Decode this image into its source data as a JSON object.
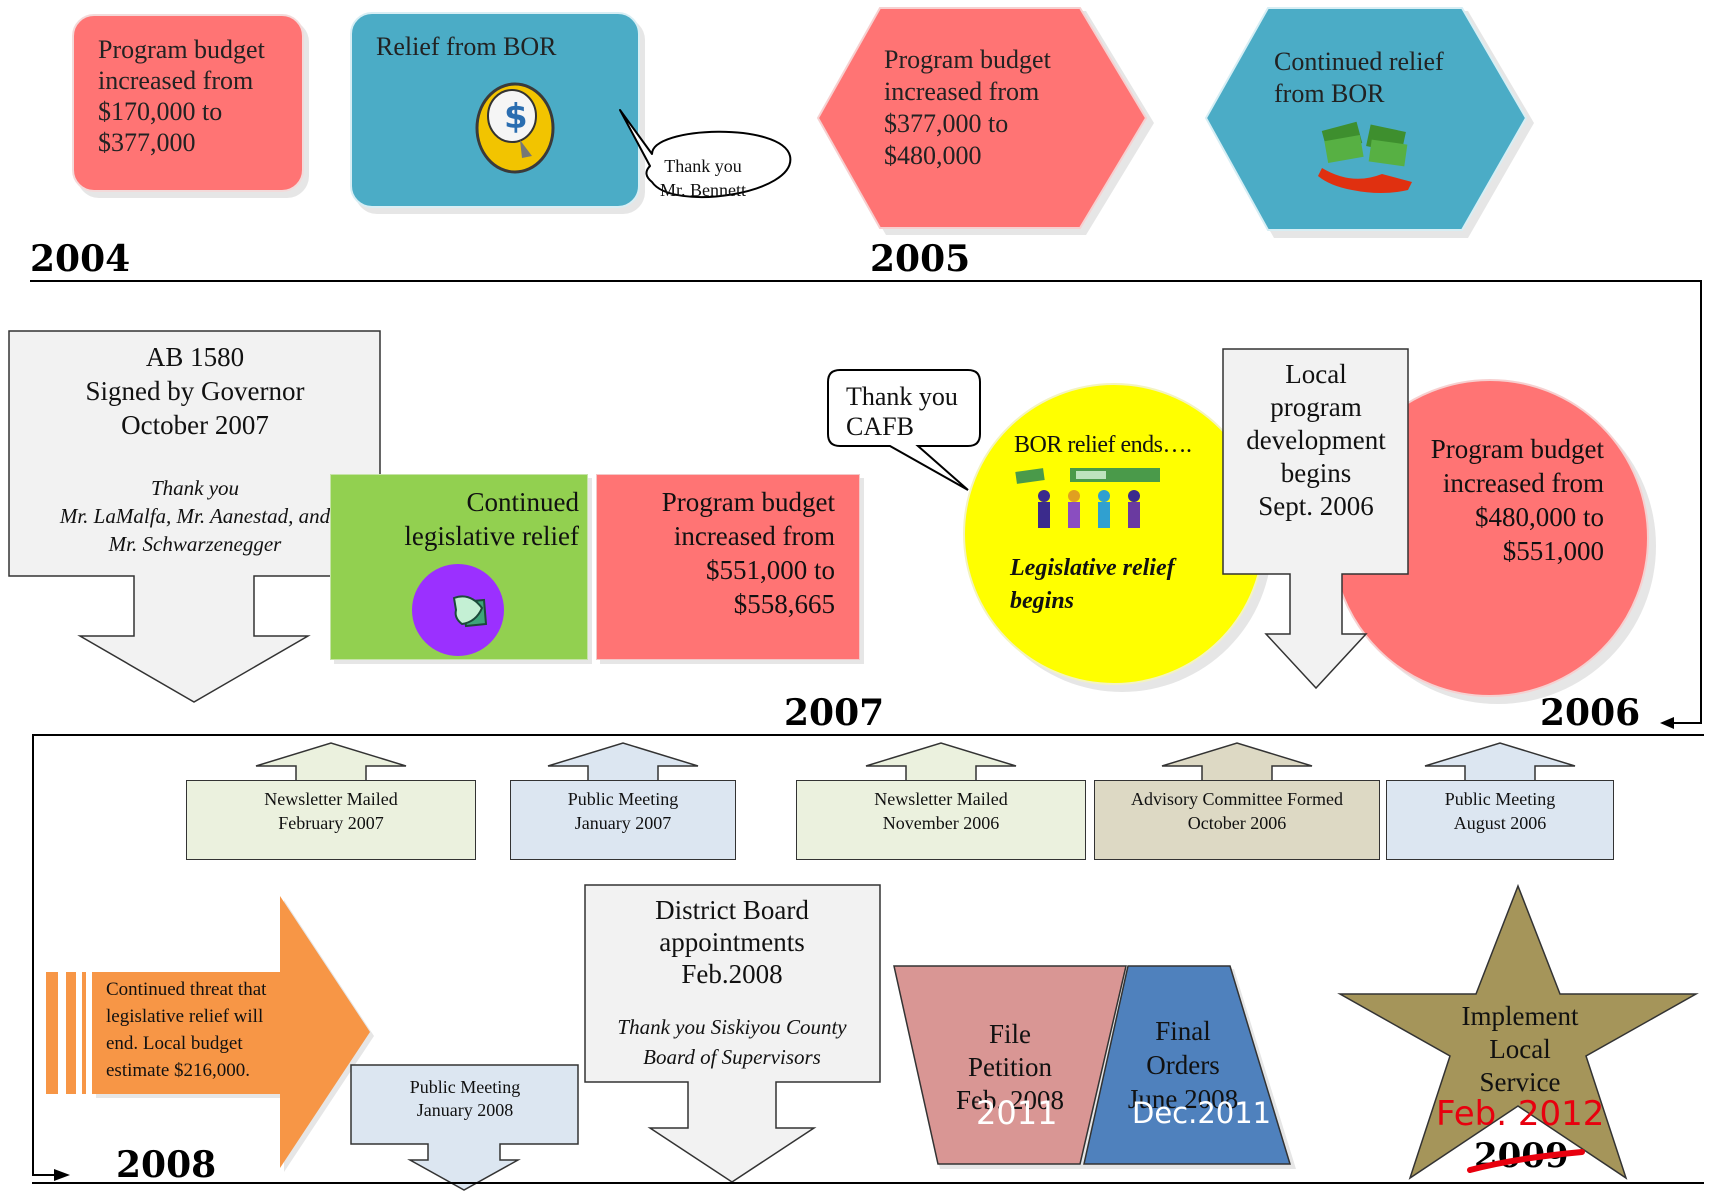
{
  "row1": {
    "year_left": "2004",
    "year_mid": "2005",
    "box1": [
      "Program budget",
      "increased from",
      "$170,000 to",
      "$377,000"
    ],
    "box2_title": "Relief from BOR",
    "bubble1": [
      "Thank you",
      "Mr. Bennett"
    ],
    "hex1": [
      "Program budget",
      "increased from",
      "$377,000 to",
      "$480,000"
    ],
    "hex2": [
      "Continued relief",
      "from BOR"
    ]
  },
  "row2": {
    "year_left": "2007",
    "year_right": "2006",
    "ab1580": [
      "AB 1580",
      "Signed by Governor",
      "October 2007"
    ],
    "ab1580_thanks": [
      "Thank you",
      "Mr. LaMalfa, Mr. Aanestad, and",
      "Mr. Schwarzenegger"
    ],
    "green": [
      "Continued",
      "legislative relief"
    ],
    "pink": [
      "Program budget",
      "increased from",
      "$551,000 to",
      "$558,665"
    ],
    "bubble2": [
      "Thank you",
      "CAFB"
    ],
    "yellow_top": "BOR relief ends….",
    "yellow_bottom": [
      "Legislative relief",
      "begins"
    ],
    "local": [
      "Local",
      "program",
      "development",
      "begins",
      "Sept. 2006"
    ],
    "circle": [
      "Program budget",
      "increased from",
      "$480,000 to",
      "$551,000"
    ]
  },
  "row3": {
    "events": [
      {
        "title": "Newsletter Mailed",
        "date": "February 2007",
        "color": "#ebf1de"
      },
      {
        "title": "Public Meeting",
        "date": "January 2007",
        "color": "#dce6f1"
      },
      {
        "title": "Newsletter Mailed",
        "date": "November 2006",
        "color": "#ebf1de"
      },
      {
        "title": "Advisory Committee Formed",
        "date": "October 2006",
        "color": "#ddd9c4"
      },
      {
        "title": "Public Meeting",
        "date": "August 2006",
        "color": "#dce6f1"
      }
    ]
  },
  "row4": {
    "year": "2008",
    "orange": [
      "Continued threat that",
      "legislative relief will",
      "end.  Local budget",
      "estimate $216,000."
    ],
    "meeting": [
      "Public Meeting",
      "January 2008"
    ],
    "board": [
      "District Board",
      "appointments",
      "Feb.2008"
    ],
    "board_thanks": [
      "Thank you Siskiyou County",
      "Board of Supervisors"
    ],
    "file": [
      "File",
      "Petition",
      "Feb. 2008"
    ],
    "file_new": "2011",
    "final": [
      "Final",
      "Orders",
      "June 2008"
    ],
    "final_new": "Dec.2011",
    "star": [
      "Implement",
      "Local",
      "Service"
    ],
    "star_new": "Feb. 2012",
    "star_old": "2009"
  },
  "colors": {
    "pink": "#ff7474",
    "teal": "#4bacc6",
    "yellow": "#ffff00",
    "green": "#92d050",
    "orange": "#f79646",
    "olive": "#a5955a",
    "trap_pink": "#d99694",
    "trap_blue": "#4f81bd",
    "grey_box": "#f2f2f2",
    "red": "#e8000e"
  }
}
